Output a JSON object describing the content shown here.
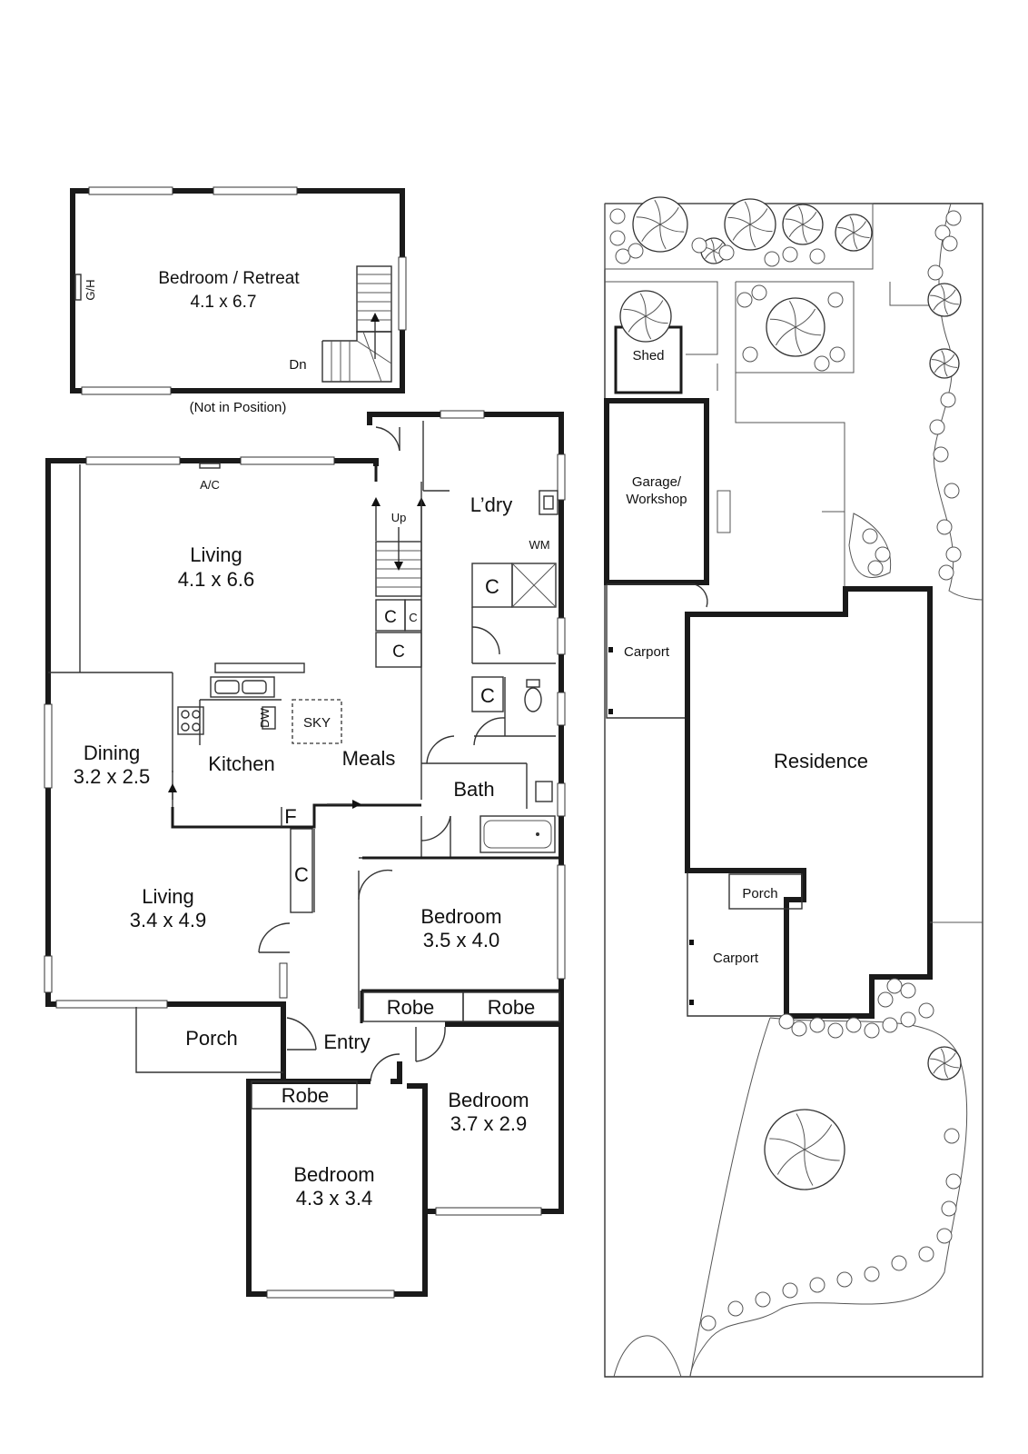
{
  "upper": {
    "room_name": "Bedroom / Retreat",
    "room_size": "4.1 x 6.7",
    "gh": "G/H",
    "dn": "Dn",
    "note": "(Not in Position)"
  },
  "ground": {
    "living_main_name": "Living",
    "living_main_size": "4.1 x 6.6",
    "ac": "A/C",
    "up": "Up",
    "ldry": "L’dry",
    "wm": "WM",
    "c": "C",
    "sky": "SKY",
    "kitchen": "Kitchen",
    "meals": "Meals",
    "dining_name": "Dining",
    "dining_size": "3.2 x 2.5",
    "bath": "Bath",
    "f": "F",
    "living2_name": "Living",
    "living2_size": "3.4 x 4.9",
    "bed1_name": "Bedroom",
    "bed1_size": "3.5 x 4.0",
    "robe": "Robe",
    "porch": "Porch",
    "entry": "Entry",
    "bed2_name": "Bedroom",
    "bed2_size": "3.7 x 2.9",
    "bed3_name": "Bedroom",
    "bed3_size": "4.3 x 3.4"
  },
  "site": {
    "shed": "Shed",
    "garage_line1": "Garage/",
    "garage_line2": "Workshop",
    "carport": "Carport",
    "residence": "Residence",
    "porch": "Porch"
  }
}
